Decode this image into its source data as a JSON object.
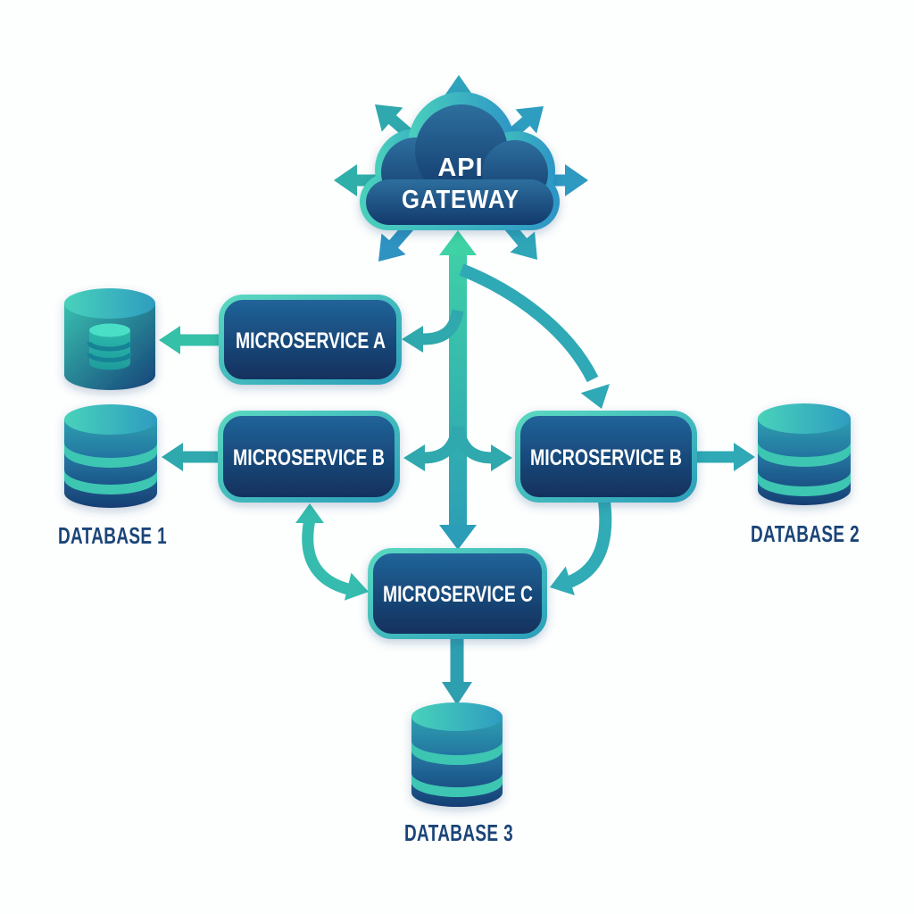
{
  "diagram_type": "microservices-architecture",
  "nodes": {
    "api_gateway": {
      "line1": "API",
      "line2": "GATEWAY",
      "shape": "cloud"
    },
    "microservice_a": {
      "label": "MICROSERVICE A",
      "shape": "rounded-box"
    },
    "microservice_b_left": {
      "label": "MICROSERVICE B",
      "shape": "rounded-box"
    },
    "microservice_b_right": {
      "label": "MICROSERVICE B",
      "shape": "rounded-box"
    },
    "microservice_c": {
      "label": "MICROSERVICE C",
      "shape": "rounded-box"
    },
    "database_a": {
      "label": "",
      "shape": "cylinder-with-db-icon"
    },
    "database_1": {
      "label": "DATABASE 1",
      "shape": "cylinder"
    },
    "database_2": {
      "label": "DATABASE 2",
      "shape": "cylinder"
    },
    "database_3": {
      "label": "DATABASE 3",
      "shape": "cylinder"
    }
  },
  "edges": [
    {
      "from": "api-gateway",
      "to": "external-clients",
      "style": "seven-radiating-arrows"
    },
    {
      "from": "api-gateway",
      "to": "microservice-c",
      "style": "vertical-trunk-bidirectional"
    },
    {
      "from": "trunk",
      "to": "microservice-a",
      "style": "curved-branch-left"
    },
    {
      "from": "trunk",
      "to": "microservice-b-left",
      "style": "curved-branch-left"
    },
    {
      "from": "trunk",
      "to": "microservice-b-right",
      "style": "curved-branch-right"
    },
    {
      "from": "api-gateway",
      "to": "microservice-b-right",
      "style": "curved-arc"
    },
    {
      "from": "microservice-a",
      "to": "database-a",
      "style": "straight"
    },
    {
      "from": "microservice-b-left",
      "to": "database-1",
      "style": "straight"
    },
    {
      "from": "microservice-b-right",
      "to": "database-2",
      "style": "straight"
    },
    {
      "from": "microservice-b-left",
      "to": "microservice-c",
      "style": "curved-bidirectional"
    },
    {
      "from": "microservice-b-right",
      "to": "microservice-c",
      "style": "curved-arc"
    },
    {
      "from": "microservice-c",
      "to": "database-3",
      "style": "straight"
    }
  ],
  "colors": {
    "background": "#FDFEFE",
    "arrow_green": "#3ED2A4",
    "arrow_teal": "#2FA9AD",
    "arrow_blue": "#2E93C1",
    "box_fill_top": "#21659B",
    "box_fill_bottom": "#112F5C",
    "box_border_light": "#5BD8C0",
    "box_border_dark": "#2B9FBA",
    "cloud_fill_top": "#2D6F9E",
    "cloud_fill_bottom": "#123A6C",
    "cloud_rim_left": "#4AD0BC",
    "cloud_rim_right": "#2D95C6",
    "cylinder_top_left": "#48D2BA",
    "cylinder_top_right": "#2E9CC0",
    "cylinder_stripe": "#3DC6B2",
    "cylinder_navy": "#173F74",
    "label_color": "#1B4578"
  }
}
